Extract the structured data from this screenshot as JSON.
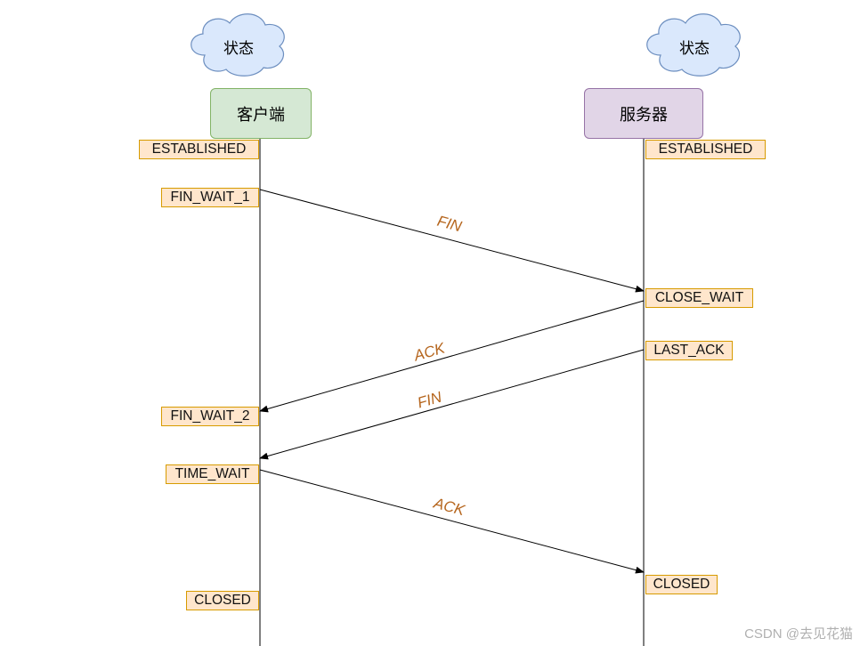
{
  "clouds": {
    "left": "状态",
    "right": "状态"
  },
  "actors": {
    "client": "客户端",
    "server": "服务器"
  },
  "colors": {
    "client_fill": "#d5e8d4",
    "client_stroke": "#82b366",
    "server_fill": "#e1d5e7",
    "server_stroke": "#9673a6",
    "state_fill": "#ffe6cc",
    "state_stroke": "#d79b00",
    "cloud_fill": "#dae8fc",
    "cloud_stroke": "#6c8ebf",
    "message_text": "#b5651d"
  },
  "client_states": {
    "established": "ESTABLISHED",
    "fin_wait_1": "FIN_WAIT_1",
    "fin_wait_2": "FIN_WAIT_2",
    "time_wait": "TIME_WAIT",
    "closed": "CLOSED"
  },
  "server_states": {
    "established": "ESTABLISHED",
    "close_wait": "CLOSE_WAIT",
    "last_ack": "LAST_ACK",
    "closed": "CLOSED"
  },
  "messages": {
    "fin1": "FIN",
    "ack1": "ACK",
    "fin2": "FIN",
    "ack2": "ACK"
  },
  "watermark": "CSDN @去见花猫"
}
